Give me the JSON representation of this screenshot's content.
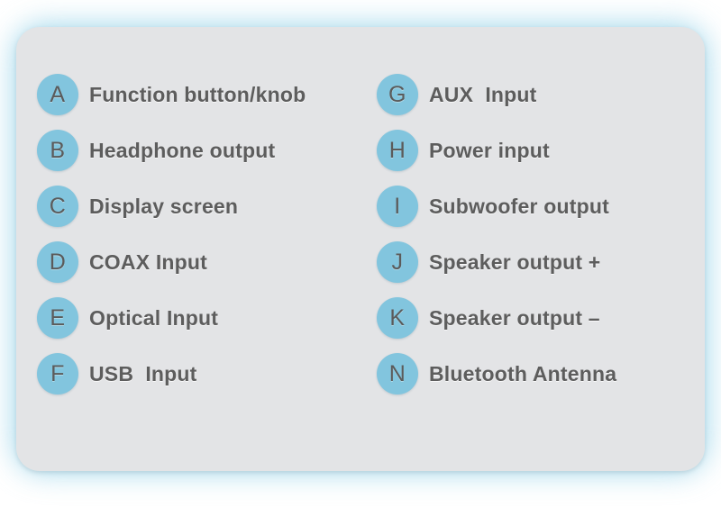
{
  "card": {
    "background_color": "#e3e4e6",
    "glow_color": "#9fd6ea",
    "badge_color": "#82c5de",
    "text_color": "#5d5d5d"
  },
  "legend": {
    "left_column": [
      {
        "letter": "A",
        "label": "Function button/knob"
      },
      {
        "letter": "B",
        "label": "Headphone output"
      },
      {
        "letter": "C",
        "label": "Display screen"
      },
      {
        "letter": "D",
        "label": "COAX Input"
      },
      {
        "letter": "E",
        "label": "Optical Input"
      },
      {
        "letter": "F",
        "label": "USB  Input"
      }
    ],
    "right_column": [
      {
        "letter": "G",
        "label": "AUX  Input"
      },
      {
        "letter": "H",
        "label": "Power input"
      },
      {
        "letter": "I",
        "label": "Subwoofer output"
      },
      {
        "letter": "J",
        "label": "Speaker output +"
      },
      {
        "letter": "K",
        "label": "Speaker output –"
      },
      {
        "letter": "N",
        "label": "Bluetooth Antenna"
      }
    ]
  }
}
